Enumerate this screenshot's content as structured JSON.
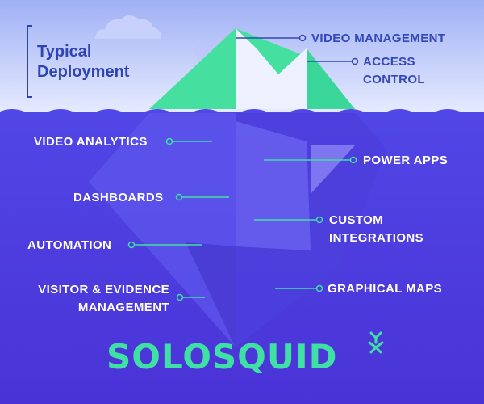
{
  "title_lines": [
    "Typical",
    "Deployment"
  ],
  "labels": {
    "video_management": "VIDEO MANAGEMENT",
    "access_control_1": "ACCESS",
    "access_control_2": "CONTROL",
    "video_analytics": "VIDEO ANALYTICS",
    "power_apps": "POWER APPS",
    "dashboards": "DASHBOARDS",
    "custom_integrations_1": "CUSTOM",
    "custom_integrations_2": "INTEGRATIONS",
    "automation": "AUTOMATION",
    "visitor_evidence_1": "VISITOR & EVIDENCE",
    "visitor_evidence_2": "MANAGEMENT",
    "graphical_maps": "GRAPHICAL MAPS"
  },
  "brand": "SOLOSQUID",
  "colors": {
    "sky_top": "#9fb0f5",
    "sky_bottom": "#e6ebff",
    "ocean": "#4f3fe0",
    "ocean_deep": "#3b2fc7",
    "ice_green": "#45e0a0",
    "ice_white": "#f3f4ff",
    "line_light": "#3fe0a3",
    "line_dark": "#3347b8",
    "brand": "#3fe0a3"
  }
}
